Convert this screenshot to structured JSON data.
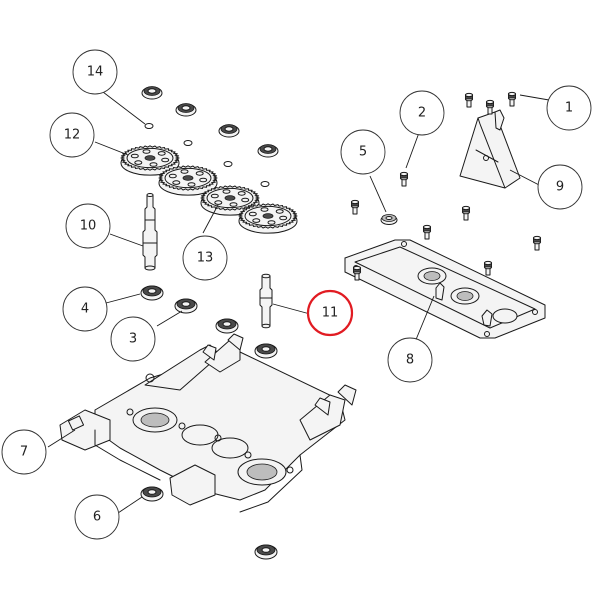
{
  "colors": {
    "line": "#1a1a1a",
    "highlight": "#e11b22",
    "background": "#ffffff"
  },
  "callouts": [
    {
      "id": "1",
      "label": "1",
      "highlighted": false
    },
    {
      "id": "2",
      "label": "2",
      "highlighted": false
    },
    {
      "id": "3",
      "label": "3",
      "highlighted": false
    },
    {
      "id": "4",
      "label": "4",
      "highlighted": false
    },
    {
      "id": "5",
      "label": "5",
      "highlighted": false
    },
    {
      "id": "6",
      "label": "6",
      "highlighted": false
    },
    {
      "id": "7",
      "label": "7",
      "highlighted": false
    },
    {
      "id": "8",
      "label": "8",
      "highlighted": false
    },
    {
      "id": "9",
      "label": "9",
      "highlighted": false
    },
    {
      "id": "10",
      "label": "10",
      "highlighted": false
    },
    {
      "id": "11",
      "label": "11",
      "highlighted": true
    },
    {
      "id": "12",
      "label": "12",
      "highlighted": false
    },
    {
      "id": "13",
      "label": "13",
      "highlighted": false
    },
    {
      "id": "14",
      "label": "14",
      "highlighted": false
    }
  ]
}
